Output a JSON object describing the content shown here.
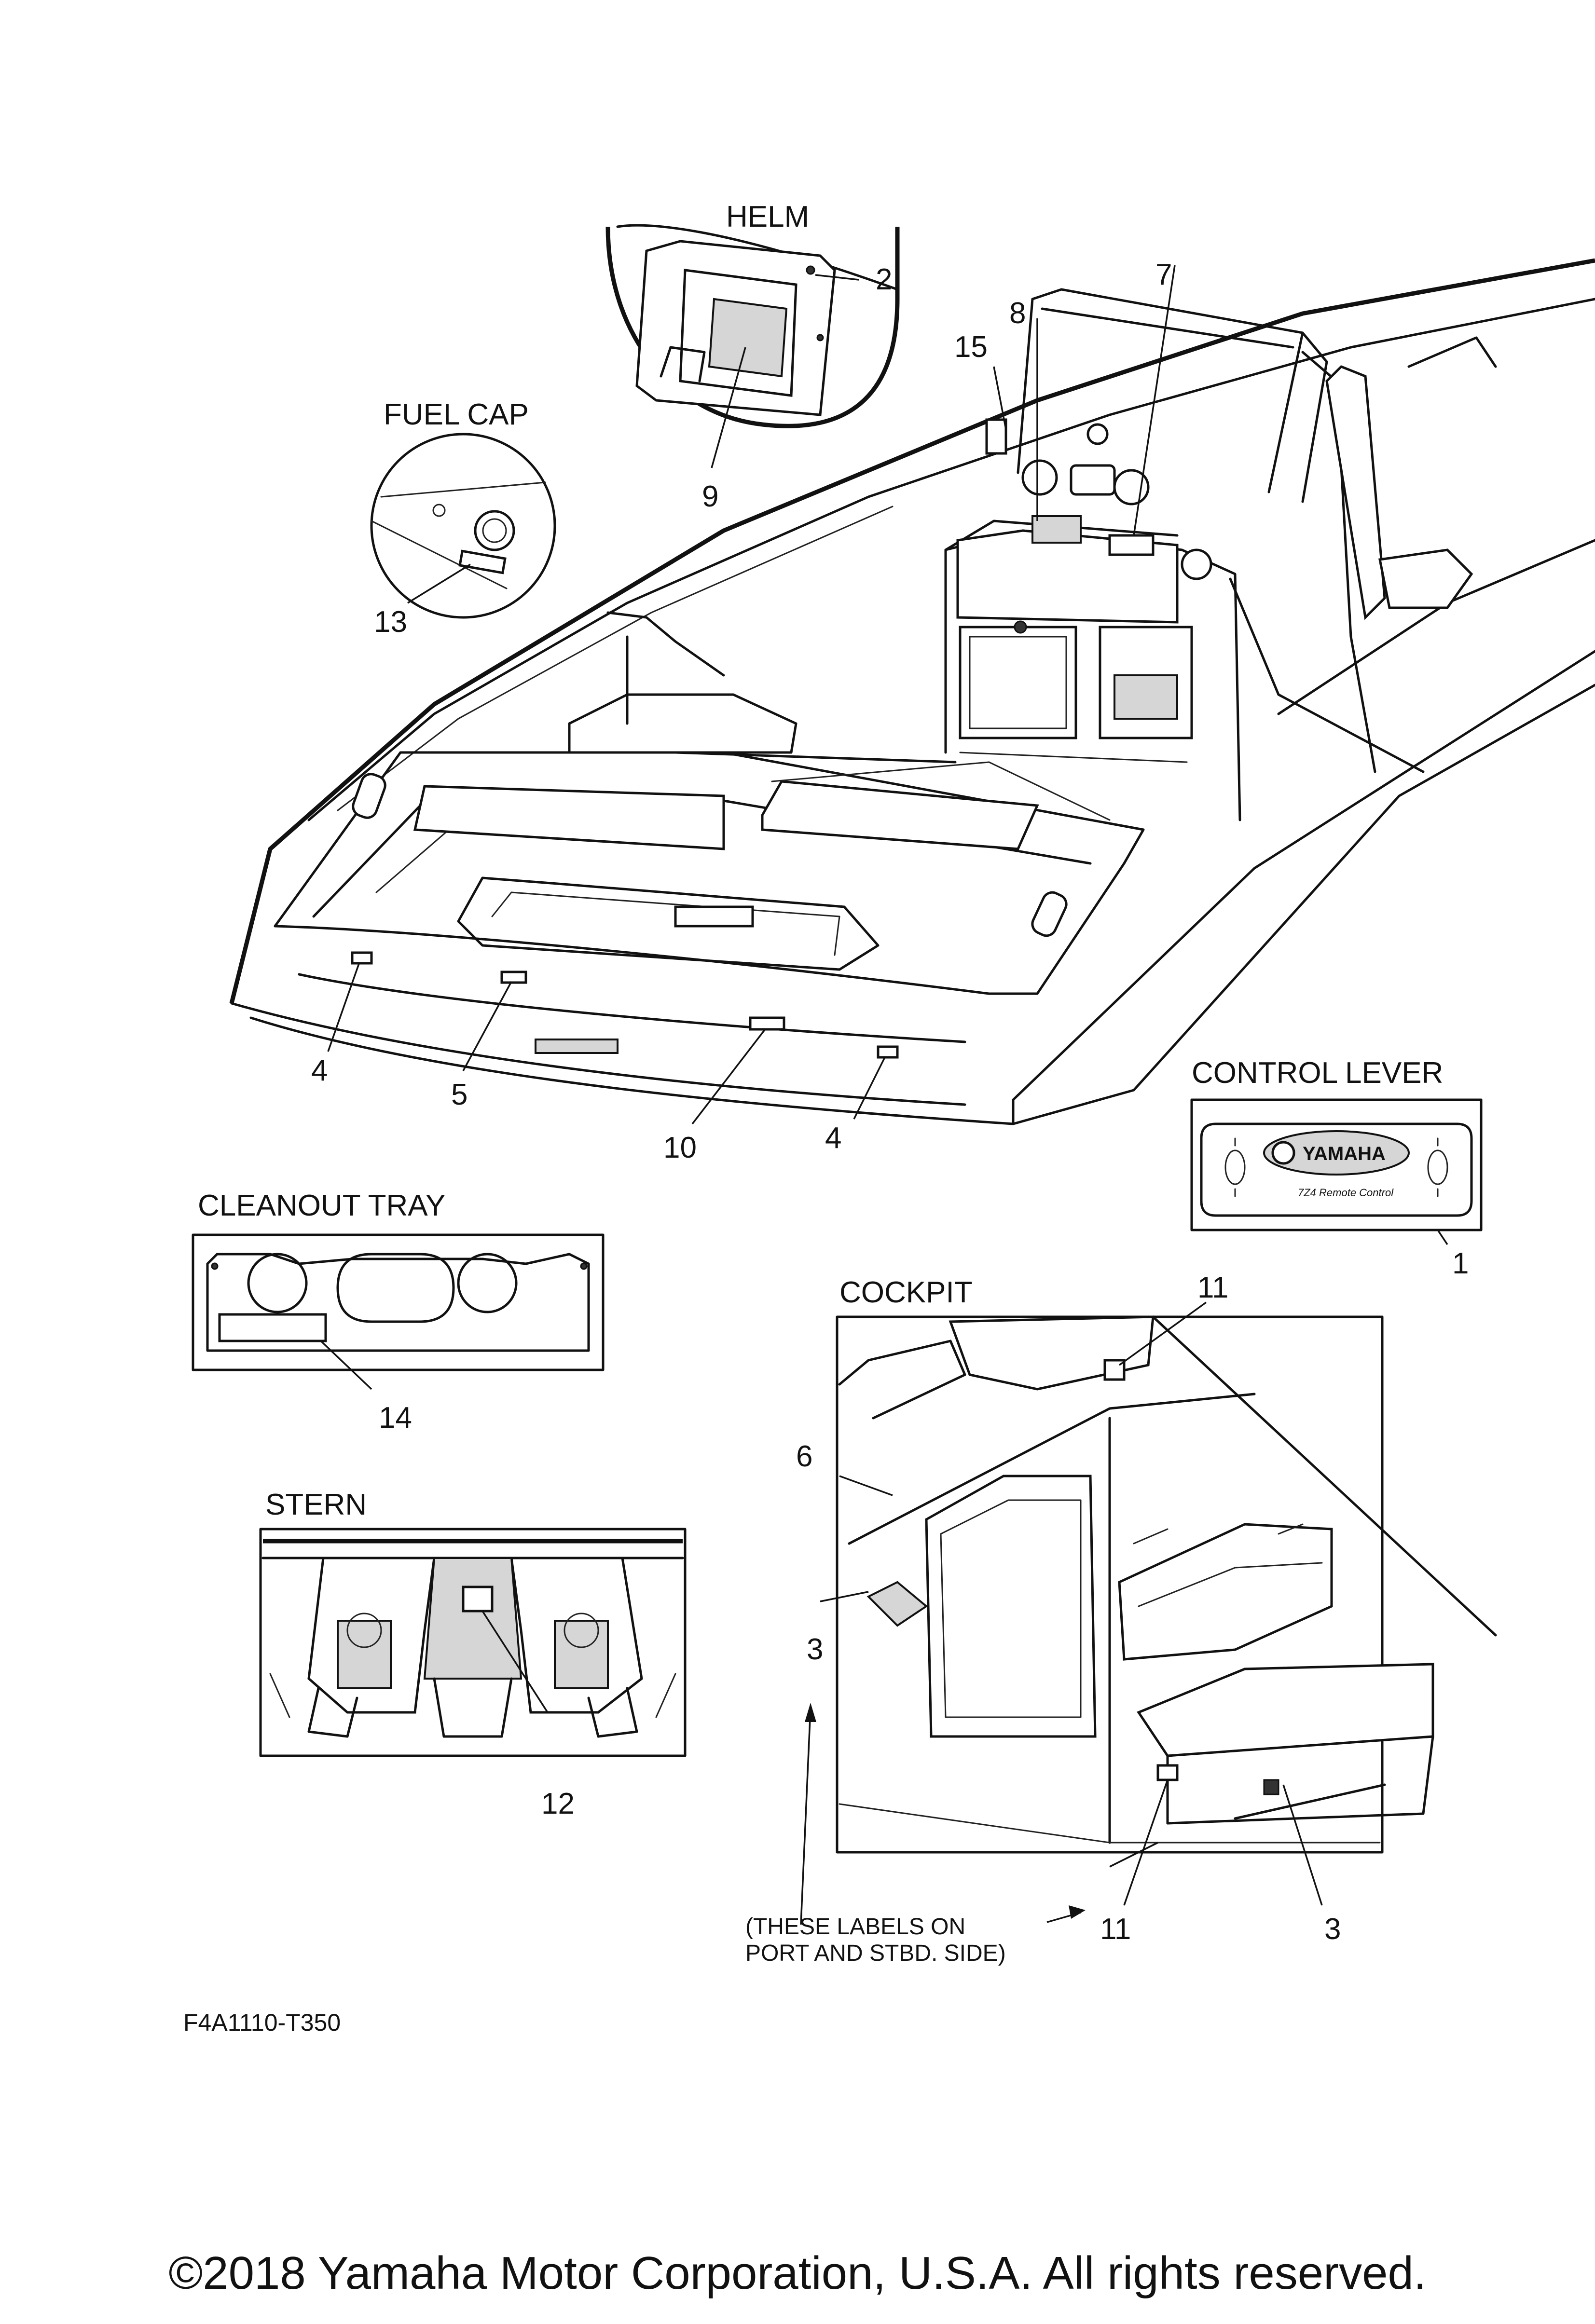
{
  "sections": {
    "helm": "HELM",
    "fuel_cap": "FUEL CAP",
    "control_lever": "CONTROL LEVER",
    "cleanout_tray": "CLEANOUT TRAY",
    "cockpit": "COCKPIT",
    "stern": "STERN"
  },
  "callouts": {
    "c1": "1",
    "c2": "2",
    "c3a": "3",
    "c3b": "3",
    "c4a": "4",
    "c4b": "4",
    "c5": "5",
    "c6": "6",
    "c7": "7",
    "c8": "8",
    "c9": "9",
    "c10": "10",
    "c11a": "11",
    "c11b": "11",
    "c12": "12",
    "c13": "13",
    "c14": "14",
    "c15": "15"
  },
  "note": {
    "line1": "(THESE LABELS ON",
    "line2": "PORT AND STBD. SIDE)"
  },
  "decal": {
    "brand": "YAMAHA",
    "subtitle": "7Z4 Remote Control"
  },
  "figure_code": "F4A1110-T350",
  "copyright": "©2018 Yamaha Motor Corporation, U.S.A. All rights reserved."
}
